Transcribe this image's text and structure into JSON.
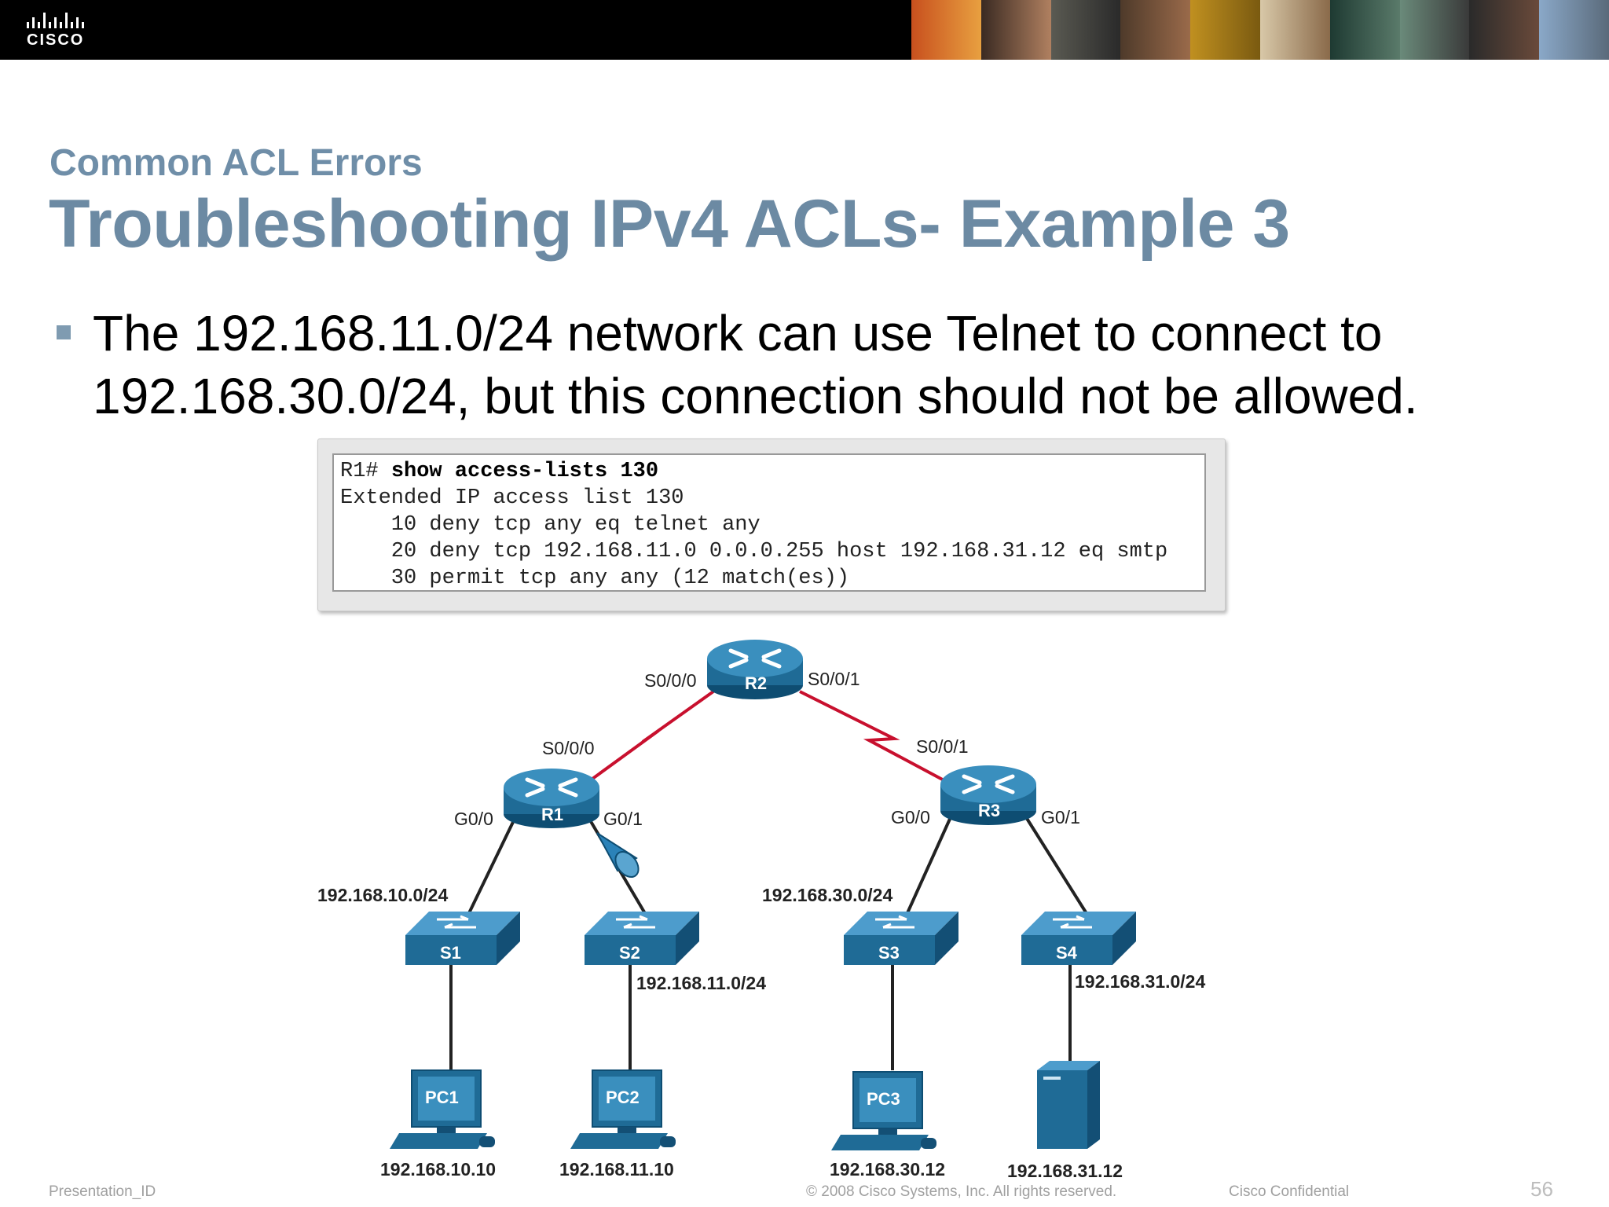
{
  "header": {
    "logo_text": "CISCO",
    "colors": {
      "bar": "#000000",
      "title": "#6c8aa3",
      "link_wan": "#c8102e",
      "device": "#1f6b96"
    }
  },
  "slide": {
    "subtitle": "Common ACL Errors",
    "title": "Troubleshooting IPv4 ACLs- Example 3",
    "bullet": "The 192.168.11.0/24 network can use Telnet to connect to 192.168.30.0/24, but this connection should not be allowed."
  },
  "cli": {
    "prompt": "R1# ",
    "command": "show access-lists 130",
    "lines": [
      "Extended IP access list 130",
      "    10 deny tcp any eq telnet any",
      "    20 deny tcp 192.168.11.0 0.0.0.255 host 192.168.31.12 eq smtp",
      "    30 permit tcp any any (12 match(es))"
    ]
  },
  "topology": {
    "routers": {
      "r1": "R1",
      "r2": "R2",
      "r3": "R3"
    },
    "switches": {
      "s1": "S1",
      "s2": "S2",
      "s3": "S3",
      "s4": "S4"
    },
    "pcs": {
      "pc1": "PC1",
      "pc2": "PC2",
      "pc3": "PC3"
    },
    "interfaces": {
      "r2_s000": "S0/0/0",
      "r2_s001": "S0/0/1",
      "r1_s000": "S0/0/0",
      "r3_s001": "S0/0/1",
      "r1_g00": "G0/0",
      "r1_g01": "G0/1",
      "r3_g00": "G0/0",
      "r3_g01": "G0/1"
    },
    "networks": {
      "n10": "192.168.10.0/24",
      "n11": "192.168.11.0/24",
      "n30": "192.168.30.0/24",
      "n31": "192.168.31.0/24"
    },
    "hosts": {
      "pc1_ip": "192.168.10.10",
      "pc2_ip": "192.168.11.10",
      "pc3_ip": "192.168.30.12",
      "server_ip": "192.168.31.12"
    }
  },
  "footer": {
    "left": "Presentation_ID",
    "center": "© 2008 Cisco Systems, Inc. All rights reserved.",
    "right": "Cisco Confidential",
    "page_number": "56"
  }
}
